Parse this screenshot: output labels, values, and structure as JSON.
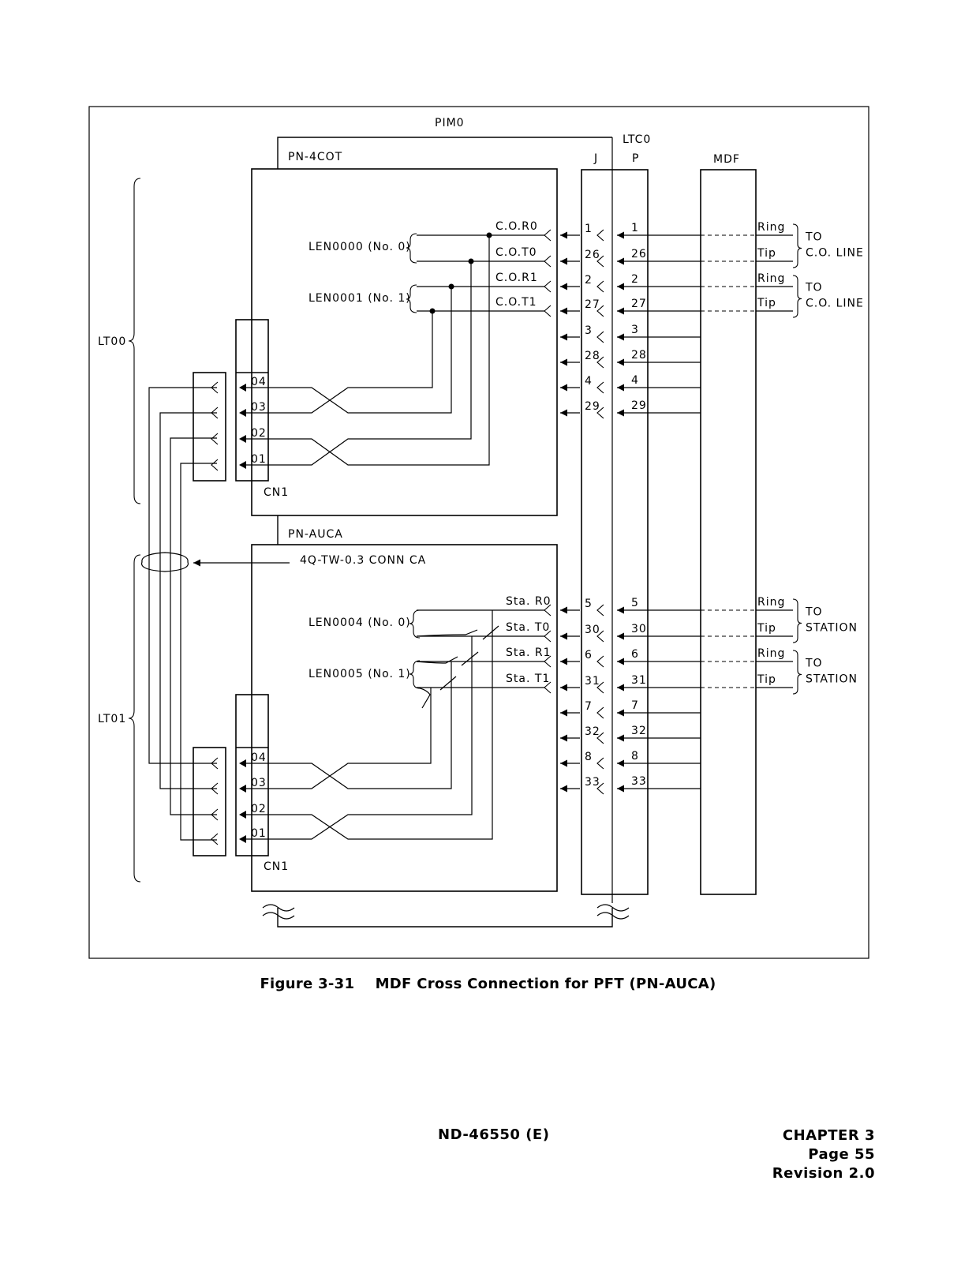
{
  "figure": {
    "labels": {
      "pim": "PIM0",
      "ltc": "LTC0",
      "jack": "J",
      "plug": "P",
      "mdf": "MDF",
      "cn_top": "CN1",
      "cn_bottom": "CN1",
      "cable": "4Q-TW-0.3 CONN CA"
    },
    "cards": [
      {
        "name": "PN-4COT",
        "group": "LT00"
      },
      {
        "name": "PN-AUCA",
        "group": "LT01"
      }
    ],
    "len_labels": [
      "LEN0000  (No. 0)",
      "LEN0001  (No. 1)",
      "LEN0004  (No. 0)",
      "LEN0005  (No. 1)"
    ],
    "line_labels": [
      "C.O.R0",
      "C.O.T0",
      "C.O.R1",
      "C.O.T1",
      "Sta. R0",
      "Sta. T0",
      "Sta. R1",
      "Sta. T1"
    ],
    "cn_pins": [
      "04",
      "03",
      "02",
      "01"
    ],
    "pins_top": [
      "1",
      "26",
      "2",
      "27",
      "3",
      "28",
      "4",
      "29"
    ],
    "pins_bottom": [
      "5",
      "30",
      "6",
      "31",
      "7",
      "32",
      "8",
      "33"
    ],
    "mdf_terminals": [
      {
        "ring": "Ring",
        "tip": "Tip",
        "dest_1": "TO",
        "dest_2": "C.O. LINE"
      },
      {
        "ring": "Ring",
        "tip": "Tip",
        "dest_1": "TO",
        "dest_2": "C.O. LINE"
      },
      {
        "ring": "Ring",
        "tip": "Tip",
        "dest_1": "TO",
        "dest_2": "STATION"
      },
      {
        "ring": "Ring",
        "tip": "Tip",
        "dest_1": "TO",
        "dest_2": "STATION"
      }
    ]
  },
  "caption": "Figure 3-31    MDF Cross Connection for PFT (PN-AUCA)",
  "footer": {
    "doc_id": "ND-46550 (E)",
    "chapter": "CHAPTER 3",
    "page": "Page 55",
    "revision": "Revision 2.0"
  }
}
